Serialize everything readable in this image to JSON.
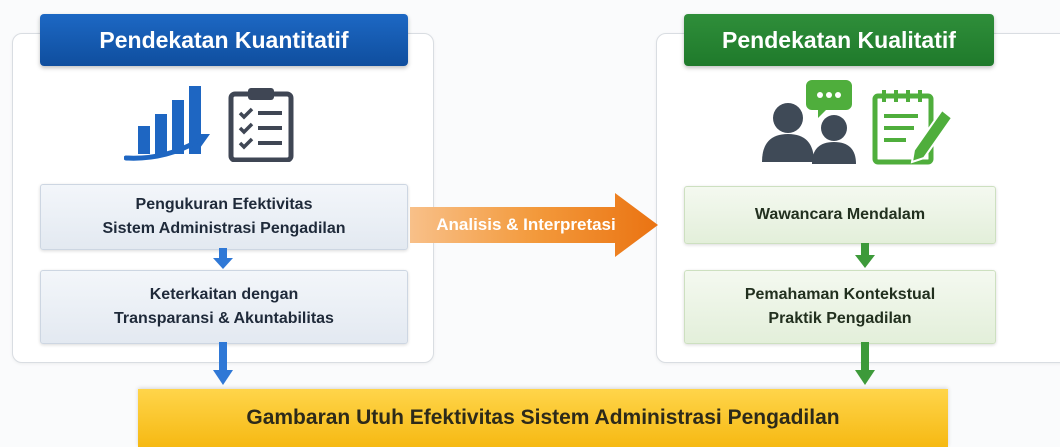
{
  "left": {
    "title": "Pendekatan Kuantitatif",
    "box1": "Pengukuran Efektivitas\nSistem Administrasi Pengadilan",
    "box2": "Keterkaitan dengan\nTransparansi & Akuntabilitas",
    "icons": [
      "bar-chart-icon",
      "checklist-clipboard-icon"
    ]
  },
  "right": {
    "title": "Pendekatan Kualitatif",
    "box1": "Wawancara Mendalam",
    "box2": "Pemahaman Kontekstual\nPraktik Pengadilan",
    "icons": [
      "people-conversation-icon",
      "notepad-pencil-icon"
    ]
  },
  "center": {
    "arrow_label": "Analisis & Interpretasi"
  },
  "bottom": {
    "label": "Gambaran Utuh Efektivitas Sistem Administrasi Pengadilan"
  },
  "colors": {
    "quant_blue": "#1459b0",
    "qual_green": "#2a8a37",
    "arrow_orange": "#f28a1e",
    "bottom_yellow": "#fbc62c"
  }
}
